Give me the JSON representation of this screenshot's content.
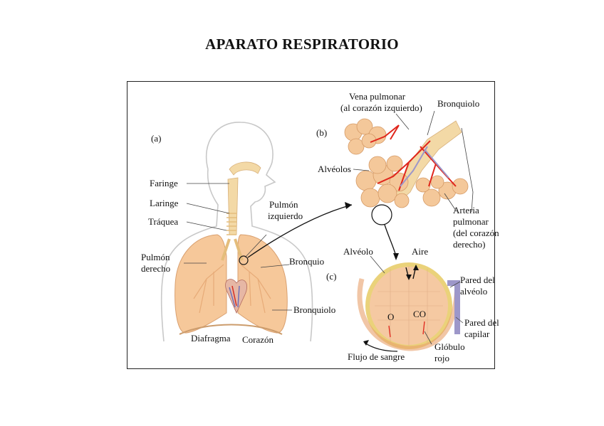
{
  "title": "APARATO RESPIRATORIO",
  "panels": {
    "a": "(a)",
    "b": "(b)",
    "c": "(c)"
  },
  "labels_a": {
    "faringe": "Faringe",
    "laringe": "Laringe",
    "traquea": "Tráquea",
    "pulmon_derecho_1": "Pulmón",
    "pulmon_derecho_2": "derecho",
    "pulmon_izquierdo_1": "Pulmón",
    "pulmon_izquierdo_2": "izquierdo",
    "bronquio": "Bronquio",
    "bronquiolo": "Bronquiolo",
    "diafragma": "Diafragma",
    "corazon": "Corazón"
  },
  "labels_b": {
    "vena_1": "Vena pulmonar",
    "vena_2": "(al corazón izquierdo)",
    "bronquiolo": "Bronquiolo",
    "alveolos": "Alvéolos",
    "arteria_1": "Arteria",
    "arteria_2": "pulmonar",
    "arteria_3": "(del corazón",
    "arteria_4": "derecho)"
  },
  "labels_c": {
    "alveolo": "Alvéolo",
    "aire": "Aire",
    "pared_alveolo_1": "Pared del",
    "pared_alveolo_2": "alvéolo",
    "o2": "O",
    "co2": "CO",
    "pared_capilar_1": "Pared del",
    "pared_capilar_2": "capilar",
    "globulo_1": "Glóbulo",
    "globulo_2": "rojo",
    "flujo": "Flujo de sangre"
  },
  "colors": {
    "skin_outline": "#c8c8c8",
    "lung": "#f6c89a",
    "airway": "#f3d9a6",
    "alveoli": "#f4c89a",
    "artery_red": "#e0261c",
    "vein_blue": "#9d97c9"
  }
}
